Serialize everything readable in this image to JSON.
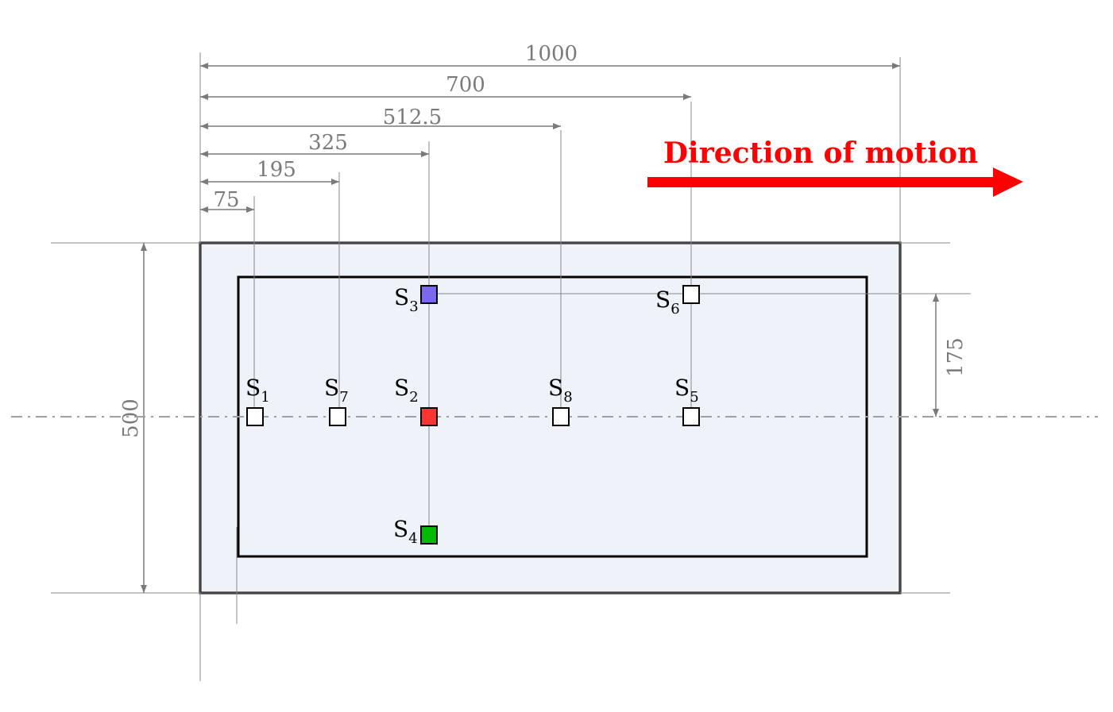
{
  "dimensions": {
    "d1000": "1000",
    "d700": "700",
    "d512": "512.5",
    "d325": "325",
    "d195": "195",
    "d75": "75",
    "d500": "500",
    "d175": "175"
  },
  "motion": {
    "label": "Direction of motion",
    "color": "#ff0000"
  },
  "sensors": [
    {
      "id": "s1",
      "letter": "S",
      "sub": "1",
      "fill": "#ffffff"
    },
    {
      "id": "s7",
      "letter": "S",
      "sub": "7",
      "fill": "#ffffff"
    },
    {
      "id": "s2",
      "letter": "S",
      "sub": "2",
      "fill": "#ff3333"
    },
    {
      "id": "s8",
      "letter": "S",
      "sub": "8",
      "fill": "#ffffff"
    },
    {
      "id": "s5",
      "letter": "S",
      "sub": "5",
      "fill": "#ffffff"
    },
    {
      "id": "s3",
      "letter": "S",
      "sub": "3",
      "fill": "#7b68ee"
    },
    {
      "id": "s6",
      "letter": "S",
      "sub": "6",
      "fill": "#ffffff"
    },
    {
      "id": "s4",
      "letter": "S",
      "sub": "4",
      "fill": "#00bb00"
    }
  ],
  "colors": {
    "dimension": "#7a7a7a",
    "slab_fill": "#eef2f9",
    "centerline": "#a0a0a0"
  }
}
